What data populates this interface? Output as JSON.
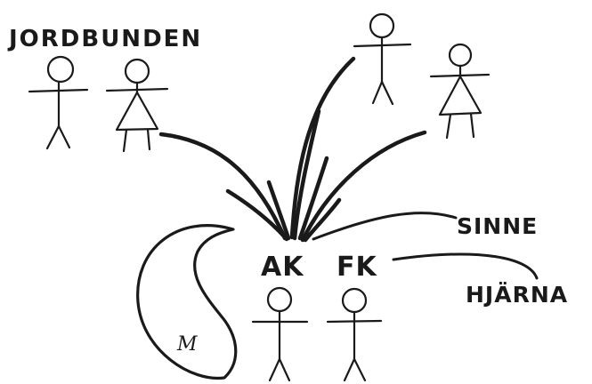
{
  "labels": {
    "jordbunden": "JORDBUNDEN",
    "sinne": "SINNE",
    "hjarna": "HJÄRNA",
    "ak": "AK",
    "fk": "FK",
    "m": "M"
  },
  "colors": {
    "ink": "#1a1a1a",
    "background": "#ffffff"
  }
}
